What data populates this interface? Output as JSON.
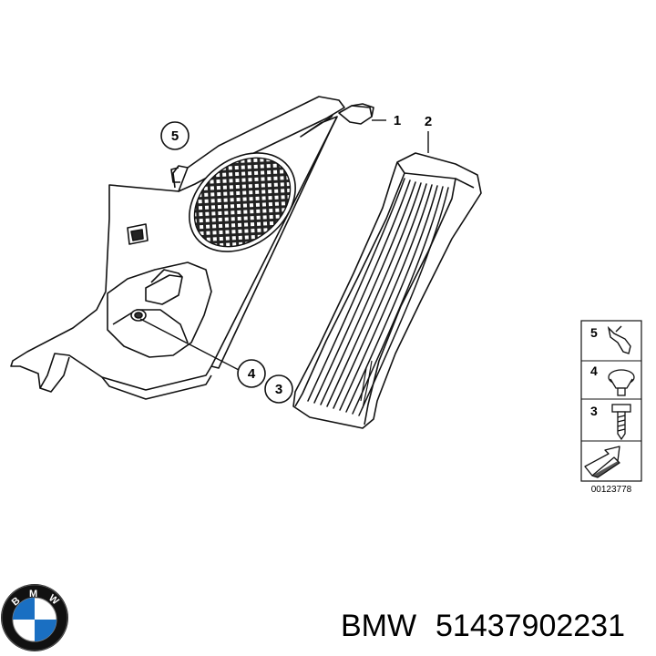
{
  "callouts": {
    "c1": "1",
    "c2": "2",
    "c3": "3",
    "c4": "4",
    "c5": "5"
  },
  "legend": {
    "row5": "5",
    "row4": "4",
    "row3": "3",
    "code": "00123778"
  },
  "footer": {
    "brand": "BMW",
    "part_number": "51437902231"
  },
  "logo": {
    "lettering": "BMW",
    "colors": {
      "ring": "#111111",
      "blue": "#1a6fc2",
      "white": "#ffffff"
    }
  }
}
